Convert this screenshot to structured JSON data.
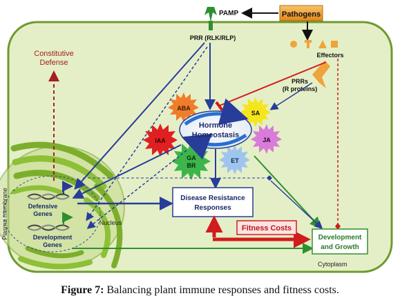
{
  "labels": {
    "pamp": "PAMP",
    "pathogens": "Pathogens",
    "prr": "PRR (RLK/RLP)",
    "effectors": "Effectors",
    "prrs_line1": "PRRs",
    "prrs_line2": "(R proteins)",
    "constitutive_line1": "Constitutive",
    "constitutive_line2": "Defense",
    "hormone_line1": "Hormone",
    "hormone_line2": "Homeostasis",
    "aba": "ABA",
    "sa": "SA",
    "iaa": "IAA",
    "ja": "JA",
    "ga": "GA",
    "br": "BR",
    "et": "ET",
    "plasma_membrane": "Plasma membrane",
    "defensive_line1": "Defensive",
    "defensive_line2": "Genes",
    "development_line1": "Development",
    "development_line2": "Genes",
    "nucleus": "Nucleus",
    "disease_line1": "Disease Resistance",
    "disease_line2": "Responses",
    "fitness_costs": "Fitness Costs",
    "devgrowth_line1": "Development",
    "devgrowth_line2": "and Growth",
    "cytoplasm": "Cytoplasm"
  },
  "caption": {
    "prefix": "Figure 7:",
    "text": " Balancing plant immune responses and fitness costs."
  },
  "colors": {
    "cell_fill": "#e4efc7",
    "cell_border": "#6f9a2e",
    "pathogen_box": "#f0a33a",
    "blue_arrow": "#283c9a",
    "red_arrow": "#d01c1c",
    "green_arrow": "#2f8f2f"
  }
}
